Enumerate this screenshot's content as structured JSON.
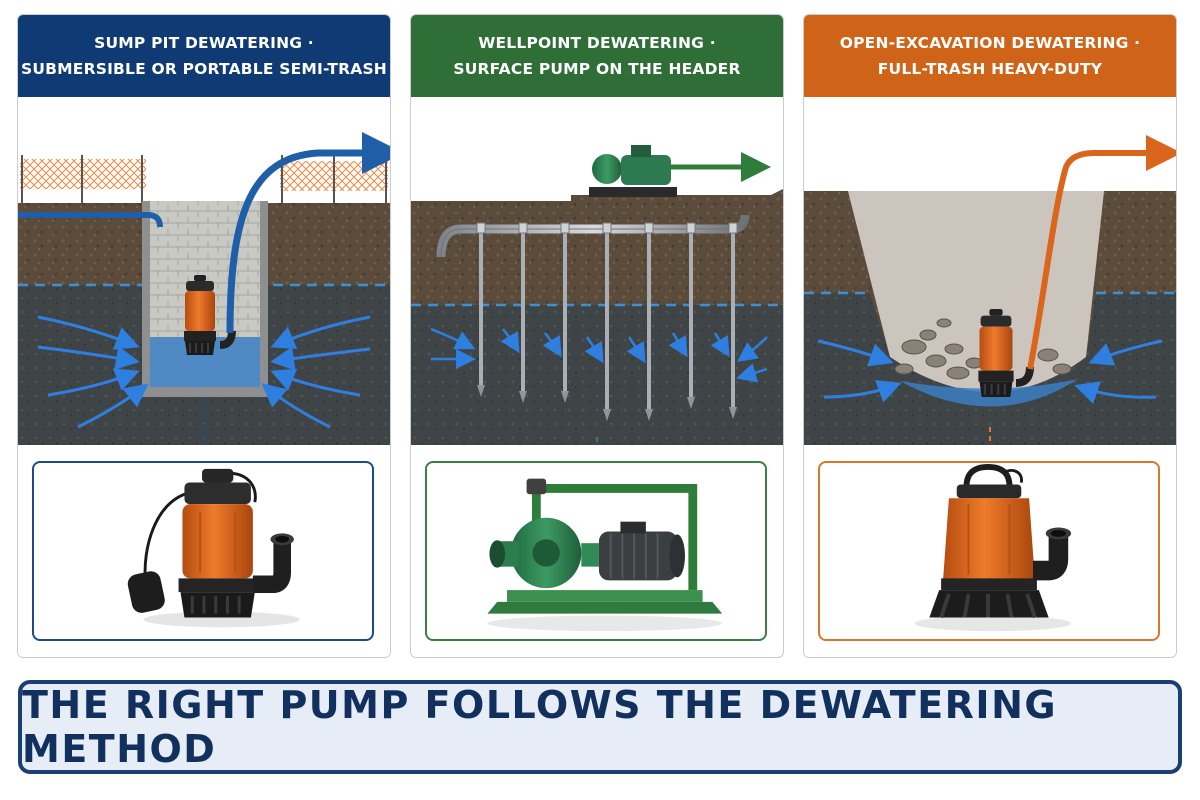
{
  "panels": [
    {
      "id": "sump-pit",
      "title_line1": "SUMP PIT DEWATERING ·",
      "title_line2": "SUBMERSIBLE OR PORTABLE SEMI-TRASH",
      "accent_color": "#0f3a74",
      "hose_color": "#1f5fa8",
      "product": "submersible-semi-trash-pump-with-float-switch"
    },
    {
      "id": "wellpoint",
      "title_line1": "WELLPOINT DEWATERING ·",
      "title_line2": "SURFACE PUMP ON THE HEADER",
      "accent_color": "#2f6e36",
      "hose_color": "#2f7d3a",
      "product": "surface-centrifugal-pump-on-skid"
    },
    {
      "id": "open-excavation",
      "title_line1": "OPEN-EXCAVATION DEWATERING ·",
      "title_line2": "FULL-TRASH HEAVY-DUTY",
      "accent_color": "#cf6419",
      "hose_color": "#d9661c",
      "product": "full-trash-heavy-duty-submersible-pump"
    }
  ],
  "banner": {
    "text": "THE RIGHT PUMP FOLLOWS THE DEWATERING METHOD",
    "color": "#11305e"
  },
  "colors": {
    "soil": "#5a4a3a",
    "saturated_soil": "#3e4446",
    "water": "#3d8fd6",
    "flow_arrow": "#2f7fe0",
    "pump_orange": "#e0661b"
  }
}
